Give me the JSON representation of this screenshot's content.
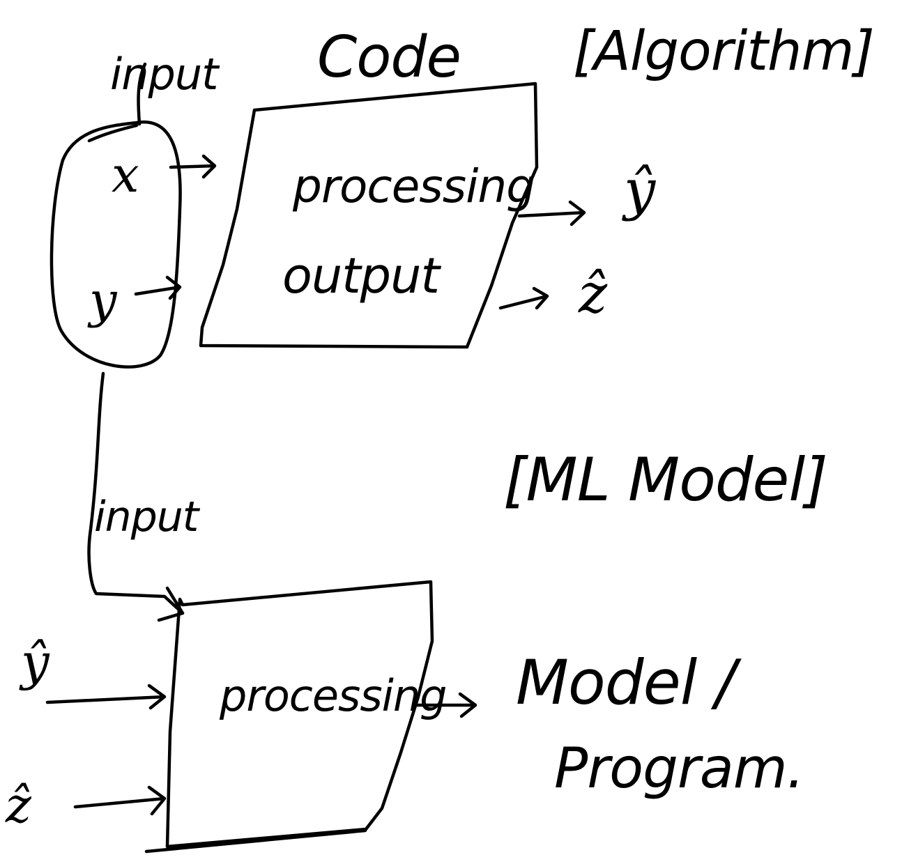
{
  "labels": {
    "input_top": "input",
    "code": "Code",
    "algorithm": "[Algorithm]",
    "x_var": "x",
    "y_var": "y",
    "processing_top": "processing",
    "output": "output",
    "y_hat": "ŷ",
    "z_hat": "ẑ",
    "ml_model": "[ML Model]",
    "input_bottom": "input",
    "y_hat_bottom": "ŷ",
    "z_hat_bottom": "ẑ",
    "processing_bottom": "processing",
    "model_program_line1": "Model /",
    "model_program_line2": "Program."
  },
  "colors": {
    "ink": "#000000",
    "background": "#ffffff"
  }
}
